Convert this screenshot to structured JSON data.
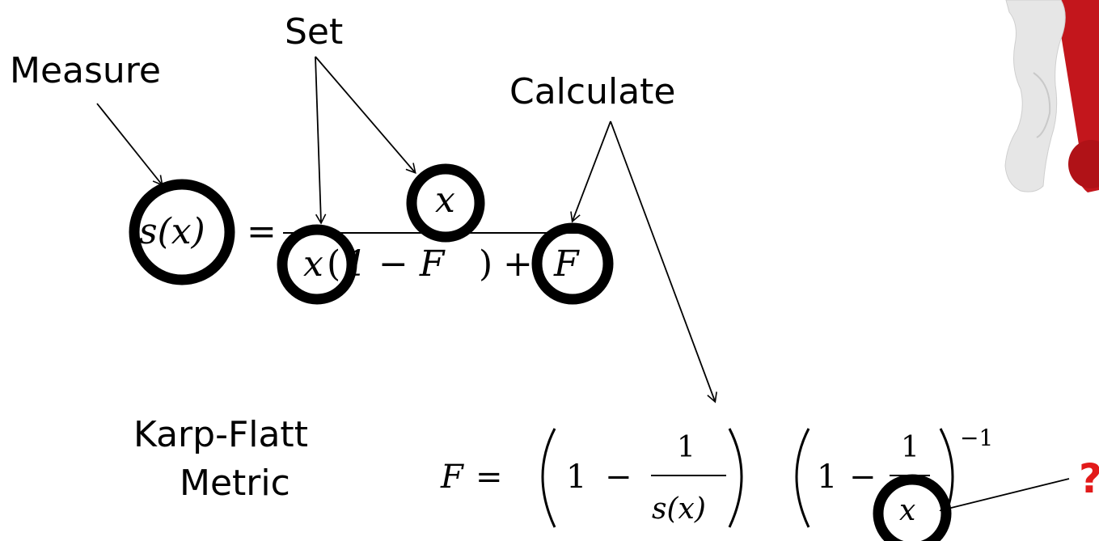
{
  "labels": {
    "measure": "Measure",
    "set": "Set",
    "calculate": "Calculate",
    "karp_flatt_line1": "Karp-Flatt",
    "karp_flatt_line2": "Metric",
    "question": "?"
  },
  "formula1": {
    "lhs": "s(x)",
    "equals": "=",
    "numerator": "x",
    "denominator_x": "x",
    "denominator_open": "(",
    "denominator_mid": "1 − F",
    "denominator_close": ")",
    "denominator_plus": "+",
    "denominator_f": "F"
  },
  "formula2": {
    "lhs": "F",
    "equals": "=",
    "one_a": "1",
    "minus_a": "−",
    "frac1_num": "1",
    "frac1_den": "s(x)",
    "one_b": "1",
    "minus_b": "−",
    "frac2_num": "1",
    "frac2_den": "x",
    "exponent": "−1"
  },
  "colors": {
    "highlight": "#e21a1a",
    "ink": "#000000"
  },
  "icons": {
    "thinking_figure": "thinking-person-figure"
  }
}
